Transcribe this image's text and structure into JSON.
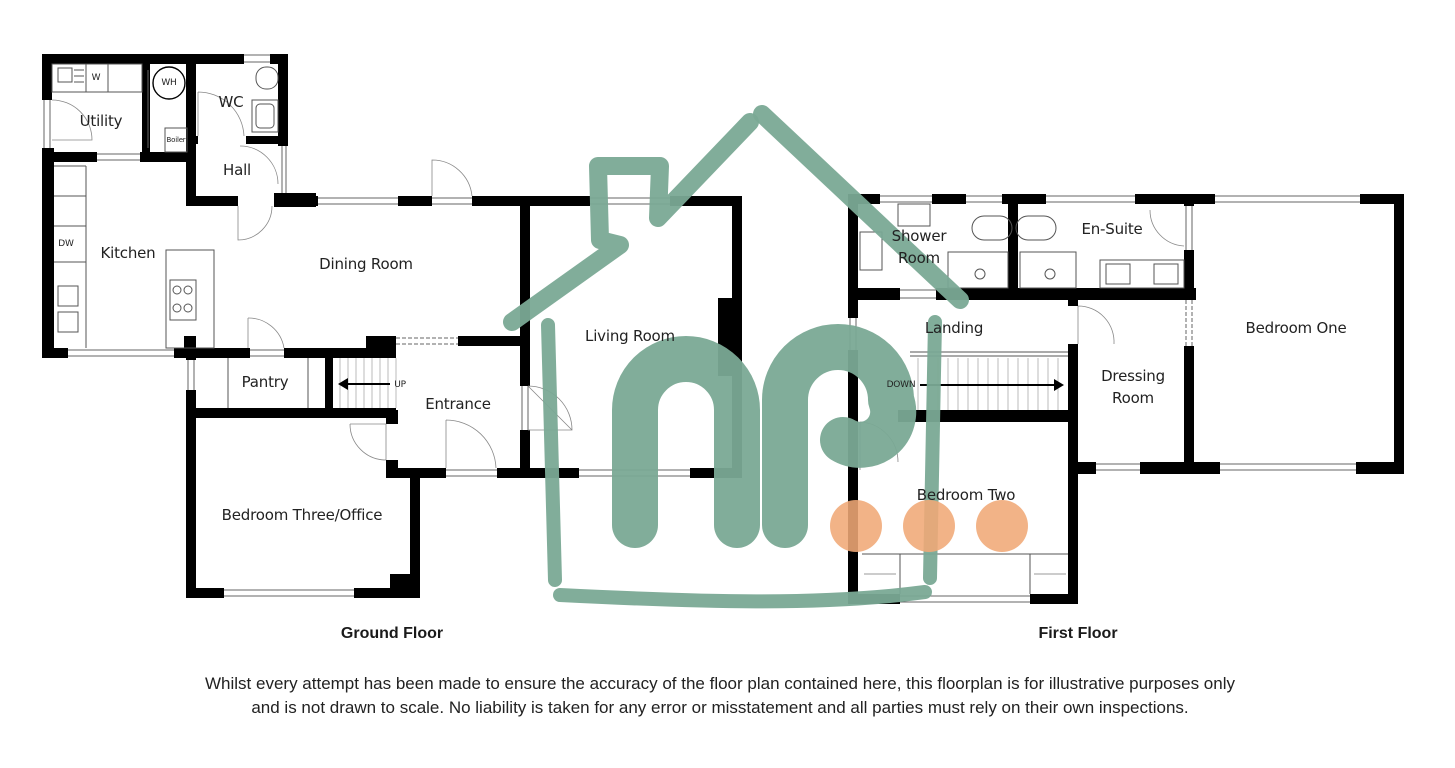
{
  "ground_floor": {
    "title": "Ground Floor",
    "rooms": {
      "utility": "Utility",
      "wc": "WC",
      "hall": "Hall",
      "kitchen": "Kitchen",
      "dining_room": "Dining Room",
      "living_room": "Living Room",
      "pantry": "Pantry",
      "entrance": "Entrance",
      "bedroom_three": "Bedroom Three/Office"
    },
    "fixtures": {
      "washer": "W",
      "water_heater": "WH",
      "boiler": "Boiler",
      "dishwasher": "DW",
      "stairs_direction": "UP"
    }
  },
  "first_floor": {
    "title": "First Floor",
    "rooms": {
      "shower_room_line1": "Shower",
      "shower_room_line2": "Room",
      "en_suite": "En-Suite",
      "landing": "Landing",
      "dressing_room_line1": "Dressing",
      "dressing_room_line2": "Room",
      "bedroom_one": "Bedroom One",
      "bedroom_two": "Bedroom Two"
    },
    "fixtures": {
      "stairs_direction": "DOWN"
    }
  },
  "watermark": {
    "logo_color": "#7aa995",
    "dot_color": "#f0a976"
  },
  "disclaimer": "Whilst every attempt has been made to ensure the accuracy of the floor plan contained here, this floorplan is for illustrative purposes only and is not drawn to scale. No liability is taken for any error or misstatement and all parties must rely on their own inspections."
}
